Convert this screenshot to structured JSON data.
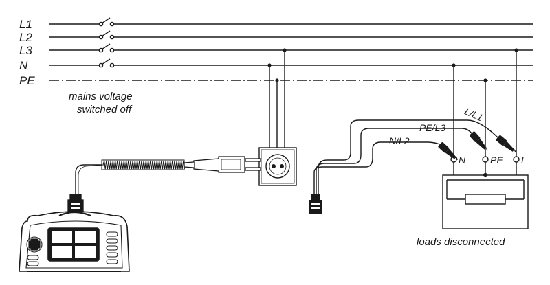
{
  "bus_labels": {
    "l1": "L1",
    "l2": "L2",
    "l3": "L3",
    "n": "N",
    "pe": "PE"
  },
  "note_mains": {
    "line1": "mains voltage",
    "line2": "switched off"
  },
  "lead_labels": {
    "l_l1": "L/L1",
    "pe_l3": "PE/L3",
    "n_l2": "N/L2"
  },
  "terminal_labels": {
    "n": "N",
    "pe": "PE",
    "l": "L"
  },
  "note_loads": "loads disconnected",
  "colors": {
    "ink": "#1a1a1a",
    "paper": "#ffffff",
    "shade": "#d9d9d9"
  }
}
